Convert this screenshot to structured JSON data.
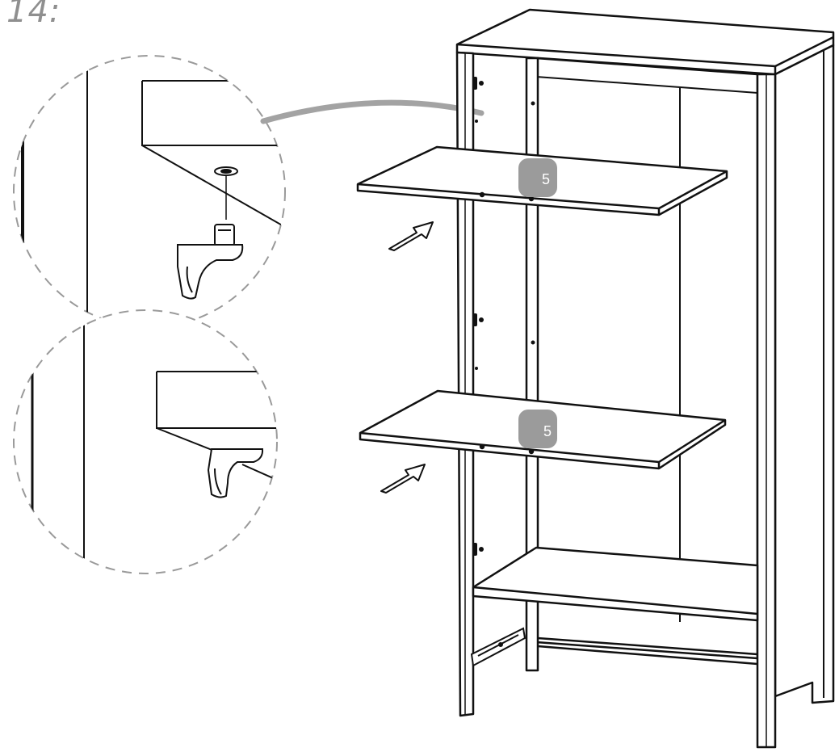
{
  "step": {
    "label": "14:"
  },
  "shelves": [
    {
      "part_number": "5"
    },
    {
      "part_number": "5"
    }
  ],
  "colors": {
    "line": "#111111",
    "callout_dash": "#9a9a9a",
    "leader": "#a3a3a3",
    "tag_fill": "#9b9b9b",
    "label_grey": "#8f8f8f"
  },
  "icons": {
    "arrow": "insert-arrow-icon",
    "bracket": "shelf-support-peg-icon",
    "hinge": "hinge-icon",
    "rail": "drawer-rail-icon"
  }
}
